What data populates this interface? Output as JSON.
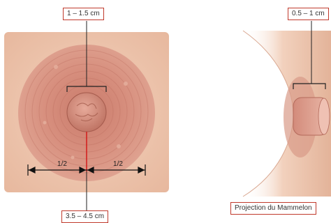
{
  "labels": {
    "nipple_diameter": "1 – 1.5 cm",
    "areola_diameter": "3.5 – 4.5 cm",
    "half_left": "1/2",
    "half_right": "1/2",
    "projection_length": "0.5 – 1 cm",
    "projection_caption": "Projection du Mammelon"
  },
  "colors": {
    "skin": "#f0c8b0",
    "areola": "#d9907f",
    "nipple": "#cf8677",
    "label_border": "#c0392b",
    "red_line": "#d31b1b"
  }
}
